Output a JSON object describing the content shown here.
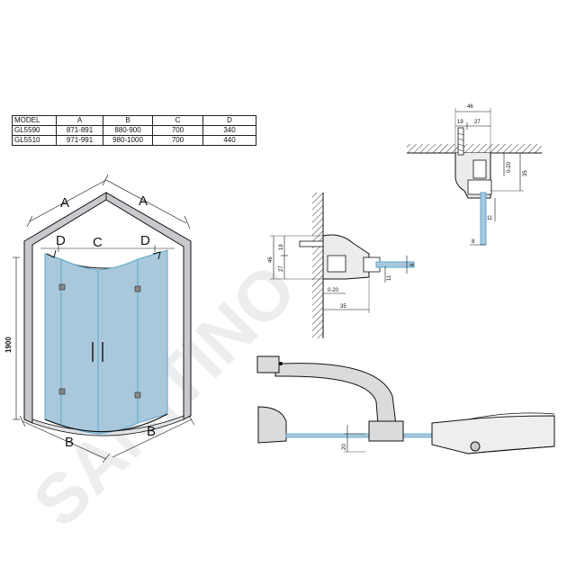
{
  "table": {
    "headers": [
      "MODEL",
      "A",
      "B",
      "C",
      "D"
    ],
    "rows": [
      [
        "GL5590",
        "871-891",
        "880-900",
        "700",
        "340"
      ],
      [
        "GL5510",
        "971-991",
        "980-1000",
        "700",
        "440"
      ]
    ]
  },
  "enclosure": {
    "label_a_left": "A",
    "label_a_right": "A",
    "label_c": "C",
    "label_d_left": "D",
    "label_d_right": "D",
    "label_b_front": "B",
    "label_b_side": "B",
    "height": "1900"
  },
  "ceiling_detail": {
    "total": "46",
    "seg_left": "19",
    "seg_right": "27",
    "adjust": "0-20",
    "drop": "35",
    "gap": "11",
    "glass": "8"
  },
  "wall_detail": {
    "total": "46",
    "seg_top": "19",
    "seg_bottom": "27",
    "glass": "8",
    "gap": "11",
    "adjust": "0-20",
    "offset": "35"
  },
  "top_detail": {
    "offset": "20"
  },
  "watermark": "SANITINO",
  "colors": {
    "glass": "#a9c8dc",
    "glass_edge": "#5ea6c9",
    "wall": "#c7c9cc",
    "line": "#111111"
  }
}
